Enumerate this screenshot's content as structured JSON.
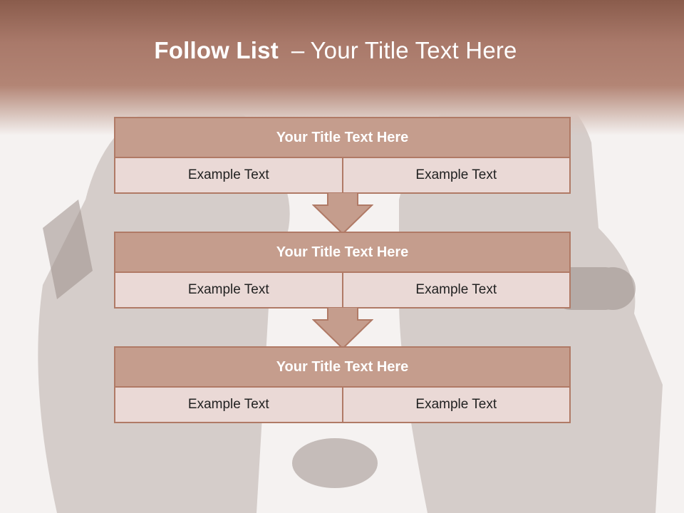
{
  "slide": {
    "title_bold": "Follow List",
    "title_separator": "–",
    "title_rest": "Your Title Text Here"
  },
  "follow_list": [
    {
      "title": "Your Title Text Here",
      "left": "Example Text",
      "right": "Example Text"
    },
    {
      "title": "Your Title Text Here",
      "left": "Example Text",
      "right": "Example Text"
    },
    {
      "title": "Your Title Text Here",
      "left": "Example Text",
      "right": "Example Text"
    }
  ],
  "colors": {
    "header": "#a9796a",
    "block_title": "#c59d8d",
    "block_cell": "#ead9d6",
    "border": "#b07a66"
  }
}
